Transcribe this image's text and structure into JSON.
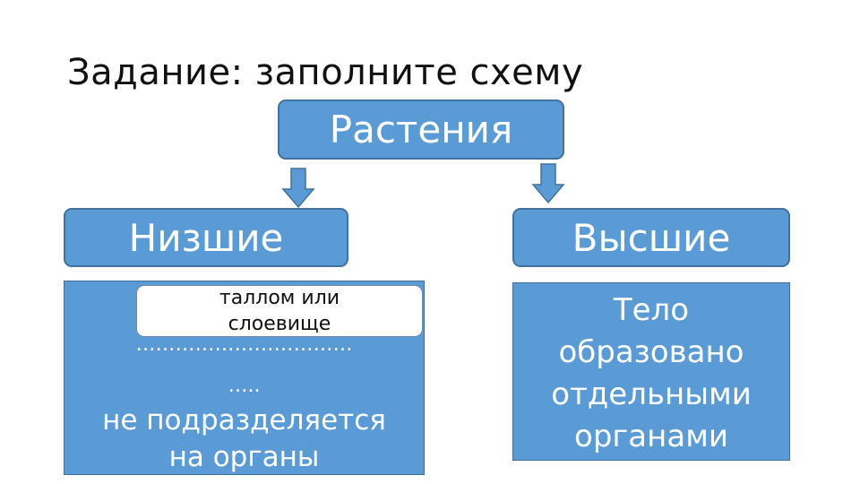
{
  "title": "Задание: заполните схему",
  "root": {
    "label": "Растения"
  },
  "left": {
    "label": "Низшие",
    "answer_line1": "таллом или",
    "answer_line2": "слоевище",
    "dots_line1": "……………………………",
    "dots_line2": "…..",
    "desc_line1": "не подразделяется",
    "desc_line2": "на органы"
  },
  "right": {
    "label": "Высшие",
    "desc_line1": "Тело",
    "desc_line2": "образовано",
    "desc_line3": "отдельными",
    "desc_line4": "органами"
  },
  "colors": {
    "node_fill": "#5b9bd5",
    "node_border": "#41719c",
    "text_on_node": "#ffffff",
    "answer_fill": "#ffffff"
  }
}
